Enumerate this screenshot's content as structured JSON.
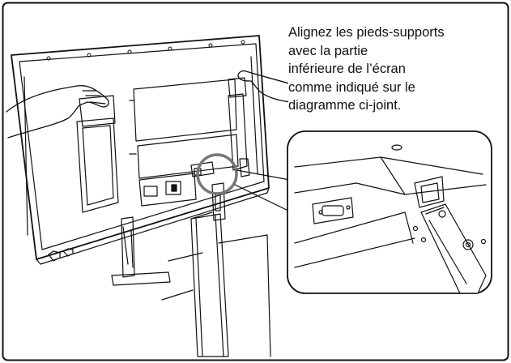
{
  "caption": {
    "lines": [
      "Alignez les pieds-supports",
      "avec la partie",
      "inférieure de l’écran",
      "comme indiqué sur le",
      "diagramme ci-joint."
    ]
  },
  "icons": {
    "display_back": "monitor-back-icon",
    "stand": "stand-legs-icon",
    "hands": "hand-icon",
    "zoom_circle": "magnifier-circle-icon",
    "detail_callout": "detail-inset-icon"
  },
  "colors": {
    "line": "#111111",
    "shade": "#555555",
    "background": "#ffffff"
  }
}
